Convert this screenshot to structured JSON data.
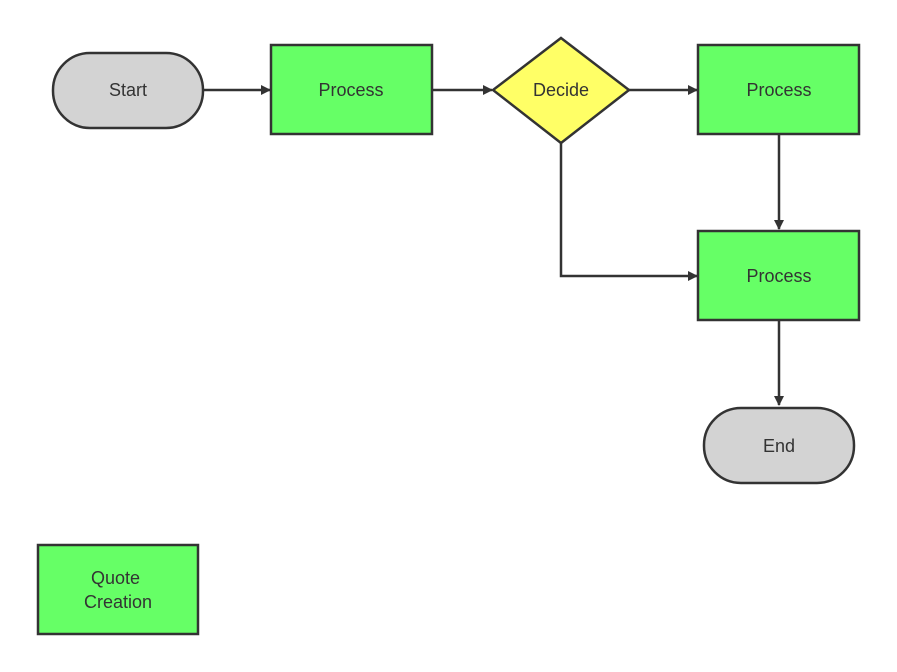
{
  "diagram": {
    "colors": {
      "terminal_fill": "#d3d3d3",
      "process_fill": "#66ff66",
      "decision_fill": "#ffff66",
      "stroke": "#333333"
    },
    "nodes": {
      "start": {
        "type": "terminal",
        "label": "Start"
      },
      "process_1": {
        "type": "process",
        "label": "Process"
      },
      "decide": {
        "type": "decision",
        "label": "Decide"
      },
      "process_2": {
        "type": "process",
        "label": "Process"
      },
      "process_3": {
        "type": "process",
        "label": "Process"
      },
      "end": {
        "type": "terminal",
        "label": "End"
      },
      "quote_creation": {
        "type": "process",
        "label_lines": [
          "Quote",
          "Creation"
        ]
      }
    },
    "edges": [
      {
        "from": "start",
        "to": "process_1"
      },
      {
        "from": "process_1",
        "to": "decide"
      },
      {
        "from": "decide",
        "to": "process_2"
      },
      {
        "from": "decide",
        "to": "process_3"
      },
      {
        "from": "process_2",
        "to": "process_3"
      },
      {
        "from": "process_3",
        "to": "end"
      }
    ]
  }
}
